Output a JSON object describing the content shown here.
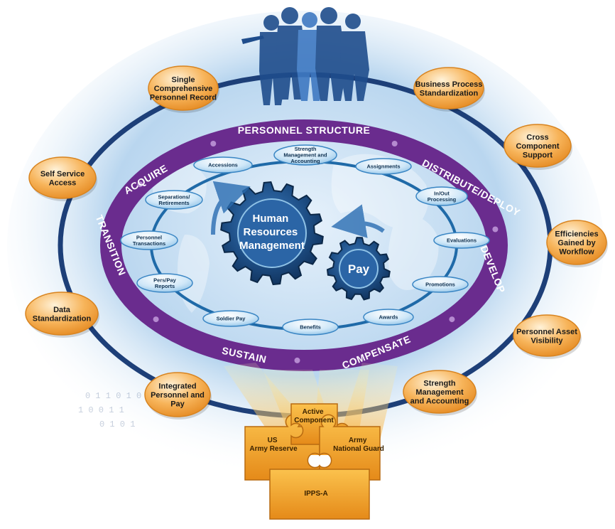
{
  "center": {
    "hr_lines": [
      "Human",
      "Resources",
      "Management"
    ],
    "pay": "Pay"
  },
  "ring_labels": [
    "PERSONNEL STRUCTURE",
    "DISTRIBUTE/DEPLOY",
    "DEVELOP",
    "COMPENSATE",
    "SUSTAIN",
    "TRANSITION",
    "ACQUIRE"
  ],
  "inner_items": [
    [
      "Accessions"
    ],
    [
      "Strength",
      "Management and",
      "Accounting"
    ],
    [
      "Assignments"
    ],
    [
      "In/Out",
      "Processing"
    ],
    [
      "Evaluations"
    ],
    [
      "Promotions"
    ],
    [
      "Awards"
    ],
    [
      "Benefits"
    ],
    [
      "Soldier Pay"
    ],
    [
      "Pers/Pay",
      "Reports"
    ],
    [
      "Personnel",
      "Transactions"
    ],
    [
      "Separations/",
      "Retirements"
    ]
  ],
  "outer_items": [
    [
      "Single",
      "Comprehensive",
      "Personnel Record"
    ],
    [
      "Business Process",
      "Standardization"
    ],
    [
      "Cross",
      "Component",
      "Support"
    ],
    [
      "Efficiencies",
      "Gained by",
      "Workflow"
    ],
    [
      "Personnel Asset",
      "Visibility"
    ],
    [
      "Strength",
      "Management",
      "and Accounting"
    ],
    [
      "Integrated",
      "Personnel and",
      "Pay"
    ],
    [
      "Data",
      "Standardization"
    ],
    [
      "Self Service",
      "Access"
    ]
  ],
  "puzzle": {
    "active": [
      "Active",
      "Component"
    ],
    "reserve": [
      "US",
      "Army Reserve"
    ],
    "guard": [
      "Army",
      "National Guard"
    ],
    "ippsa": "IPPS-A"
  },
  "colors": {
    "ring_purple": "#6a2c8e",
    "outer_blue": "#1d3f78",
    "orange": "#f5a948",
    "gear_blue": "#1e4f86"
  }
}
